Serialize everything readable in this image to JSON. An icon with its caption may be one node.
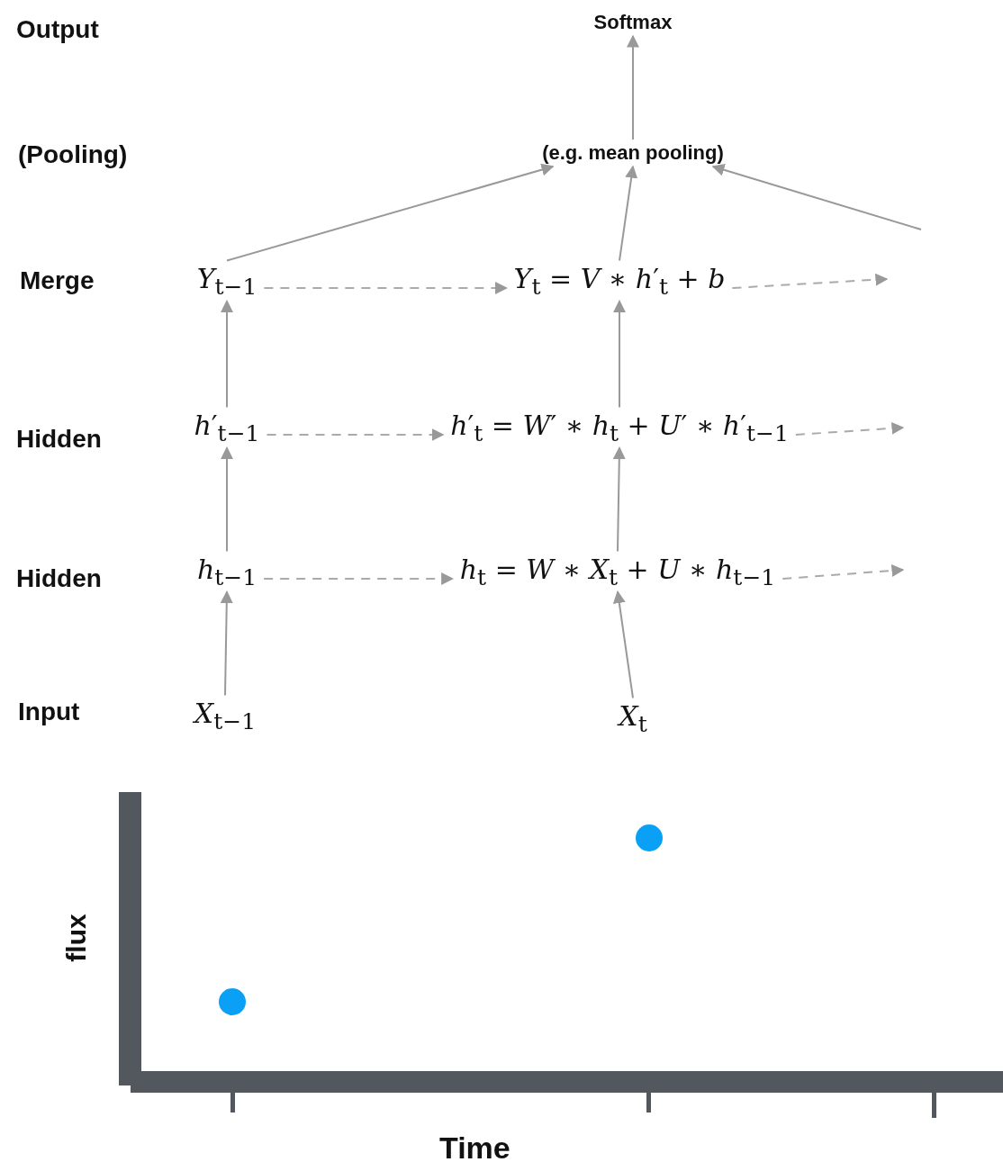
{
  "diagram": {
    "nodes": [
      {
        "text": [
          "Softmax"
        ]
      },
      {
        "text": [
          "(e.g. mean pooling)"
        ]
      },
      {
        "text": [
          "*Y*$_{t−1}$"
        ]
      },
      {
        "text": [
          "*Y*$_{t}$ = *V* ∗ *h*′$_{t}$ + *b*"
        ]
      },
      {
        "text": [
          "*h*′$_{t−1}$"
        ]
      },
      {
        "text": [
          "*h*′$_{t}$ = *W*′ ∗ *h*$_{t}$ + *U*′ ∗ *h*′$_{t−1}$"
        ]
      },
      {
        "text": [
          "*h*$_{t−1}$"
        ]
      },
      {
        "text": [
          "*h*$_{t}$ = *W* ∗ *X*$_{t}$ + *U* ∗ *h*$_{t−1}$"
        ]
      },
      {
        "text": [
          "*X*$_{t−1}$"
        ]
      },
      {
        "text": [
          "*X*$_{t}$"
        ]
      }
    ],
    "edges": [
      {
        "from": 1,
        "to": 0,
        "arrow": "to"
      },
      {
        "from": 2,
        "to": 1,
        "arrow": "to"
      },
      {
        "from": 3,
        "to": 1,
        "arrow": "to"
      },
      {
        "from": null,
        "to": 1,
        "arrow": "to"
      },
      {
        "from": 2,
        "to": 3,
        "arrow": "to",
        "style": "dashed"
      },
      {
        "from": 3,
        "to": null,
        "arrow": "to",
        "style": "dashed"
      },
      {
        "from": 4,
        "to": 2,
        "arrow": "to"
      },
      {
        "from": 5,
        "to": 3,
        "arrow": "to"
      },
      {
        "from": 4,
        "to": 5,
        "arrow": "to",
        "style": "dashed"
      },
      {
        "from": 5,
        "to": null,
        "arrow": "to",
        "style": "dashed"
      },
      {
        "from": 6,
        "to": 4,
        "arrow": "to"
      },
      {
        "from": 7,
        "to": 5,
        "arrow": "to"
      },
      {
        "from": 6,
        "to": 7,
        "arrow": "to",
        "style": "dashed"
      },
      {
        "from": 7,
        "to": null,
        "arrow": "to",
        "style": "dashed"
      },
      {
        "from": 8,
        "to": 6,
        "arrow": "to"
      },
      {
        "from": 9,
        "to": 7,
        "arrow": "to"
      }
    ],
    "labels": [
      "Output",
      "(Pooling)",
      "Merge",
      "Hidden",
      "Hidden",
      "Input",
      "flux",
      "Time"
    ]
  }
}
